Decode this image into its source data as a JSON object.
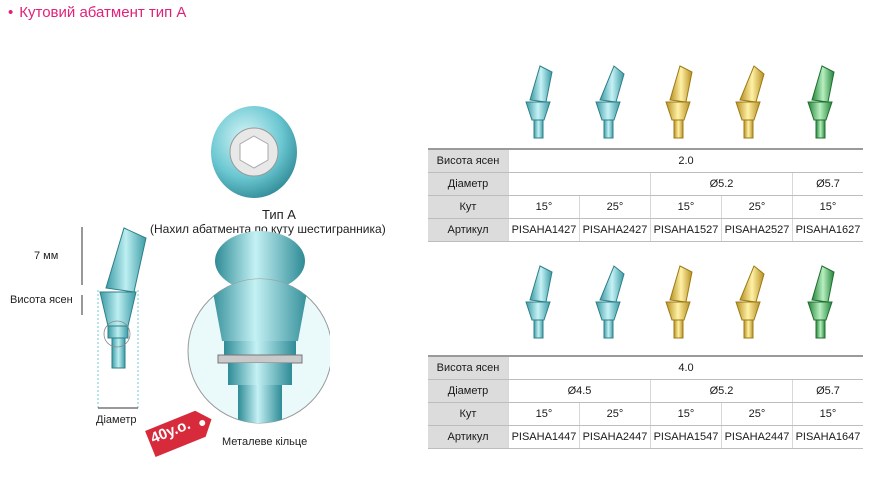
{
  "title": "Кутовий абатмент тип А",
  "left": {
    "dim_7mm": "7 мм",
    "gum_height": "Висота ясен",
    "diameter": "Діаметр",
    "metal_ring": "Металеве кільце",
    "price_tag": "40у.о.",
    "type_label": "Тип А",
    "type_desc": "(Нахил абатмента по куту шестигранника)"
  },
  "colors": {
    "teal": "#5fc3cf",
    "gold": "#e5c23f",
    "green": "#3fae53",
    "pink": "#e0217a",
    "tag": "#d72b3c"
  },
  "table1": {
    "height_label": "Висота ясен",
    "height": "2.0",
    "diameter_label": "Діаметр",
    "d1": "Ø5.2",
    "d2": "Ø5.7",
    "angle_label": "Кут",
    "angles": [
      "15°",
      "25°",
      "15°",
      "25°",
      "15°"
    ],
    "article_label": "Артикул",
    "articles": [
      "PISAHA1427",
      "PISAHA2427",
      "PISAHA1527",
      "PISAHA2527",
      "PISAHA1627"
    ]
  },
  "table2": {
    "height_label": "Висота ясен",
    "height": "4.0",
    "diameter_label": "Діаметр",
    "d1": "Ø4.5",
    "d2": "Ø5.2",
    "d3": "Ø5.7",
    "angle_label": "Кут",
    "angles": [
      "15°",
      "25°",
      "15°",
      "25°",
      "15°"
    ],
    "article_label": "Артикул",
    "articles": [
      "PISAHA1447",
      "PISAHA2447",
      "PISAHA1547",
      "PISAHA2447",
      "PISAHA1647"
    ]
  }
}
